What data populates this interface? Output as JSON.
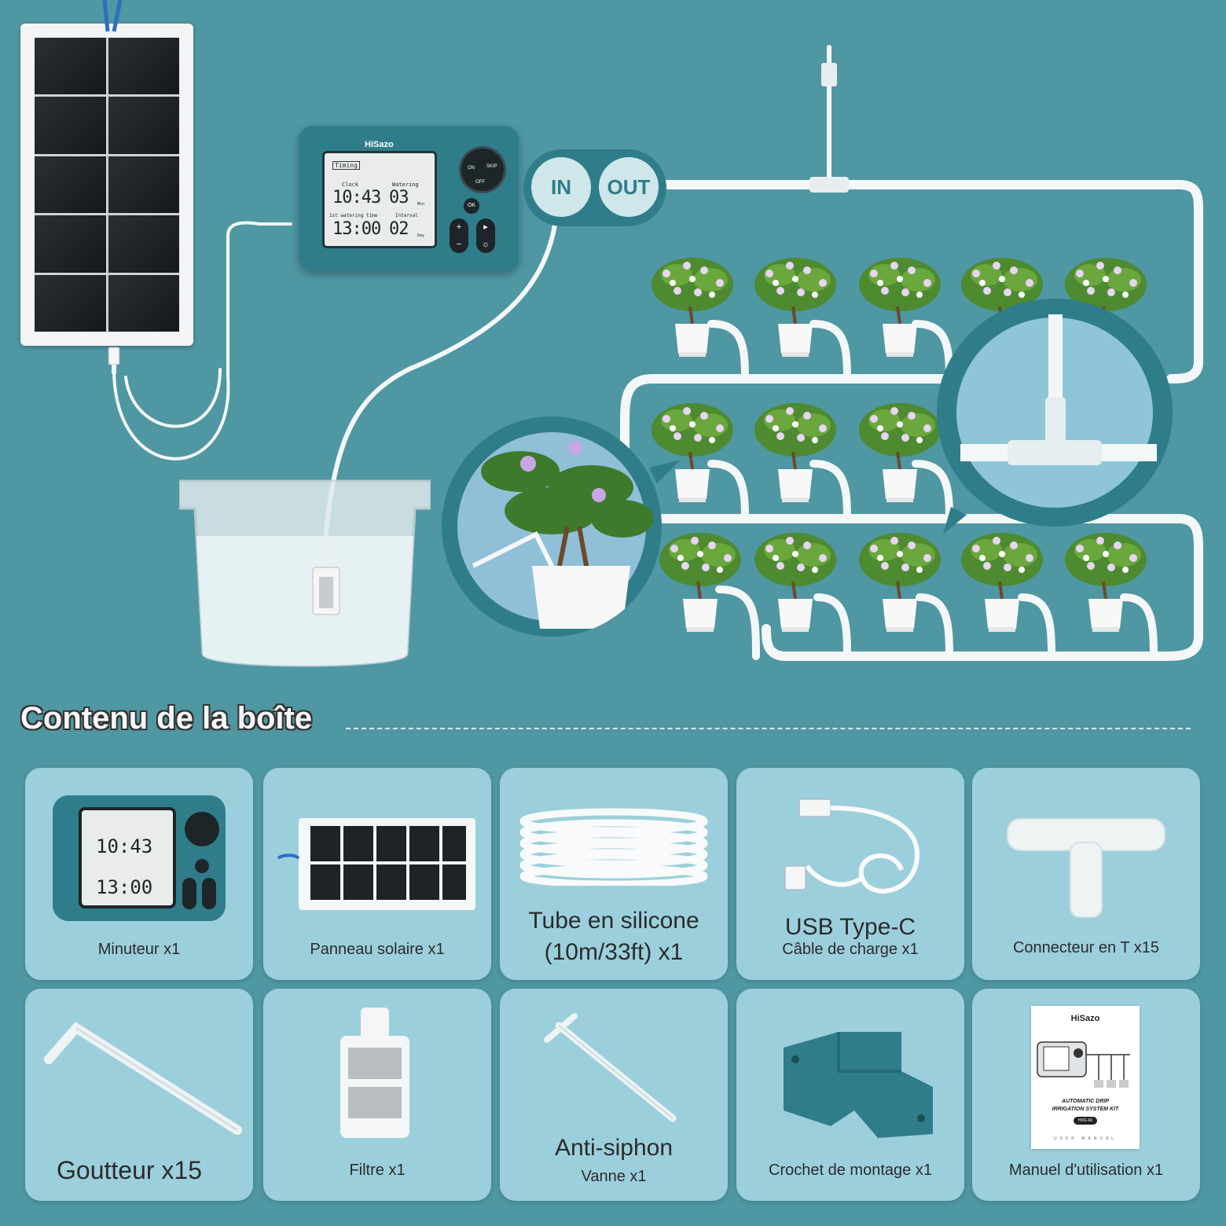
{
  "diagram": {
    "brand": "HiSazo",
    "lcd": {
      "mode": "Timing",
      "clock_label": "Clock",
      "watering_label": "Watering",
      "clock_value": "10:43",
      "watering_value": "03",
      "watering_unit": "Min",
      "first_label": "1st watering time",
      "interval_label": "Interval",
      "first_value": "13:00",
      "interval_value": "02",
      "interval_unit": "Day"
    },
    "knob": {
      "on": "ON",
      "off": "OFF",
      "skip": "SKIP"
    },
    "ok": "OK",
    "plus": "+",
    "minus": "−",
    "port_in": "IN",
    "port_out": "OUT"
  },
  "section": {
    "title": "Contenu de la boîte"
  },
  "items": [
    {
      "line1": "Minuteur x1"
    },
    {
      "line1": "Panneau solaire x1"
    },
    {
      "line1": "Tube en silicone",
      "line2": "(10m/33ft) x1"
    },
    {
      "line1": "USB Type-C",
      "line2": "Câble de charge x1"
    },
    {
      "line1": "Connecteur en T x15"
    },
    {
      "line1": "Goutteur x15"
    },
    {
      "line1": "Filtre x1"
    },
    {
      "line1": "Anti-siphon",
      "line2": "Vanne x1"
    },
    {
      "line1": "Crochet de montage x1"
    },
    {
      "line1": "Manuel d'utilisation x1"
    }
  ],
  "manual": {
    "brand": "HiSazo",
    "title1": "AUTOMATIC DRIP",
    "title2": "IRRIGATION SYSTEM KIT",
    "model": "HDG-60",
    "footer": "USER MANUAL"
  },
  "colors": {
    "background": "#4f97a2",
    "accent": "#2f7d8b",
    "card": "#9ccfdc"
  }
}
